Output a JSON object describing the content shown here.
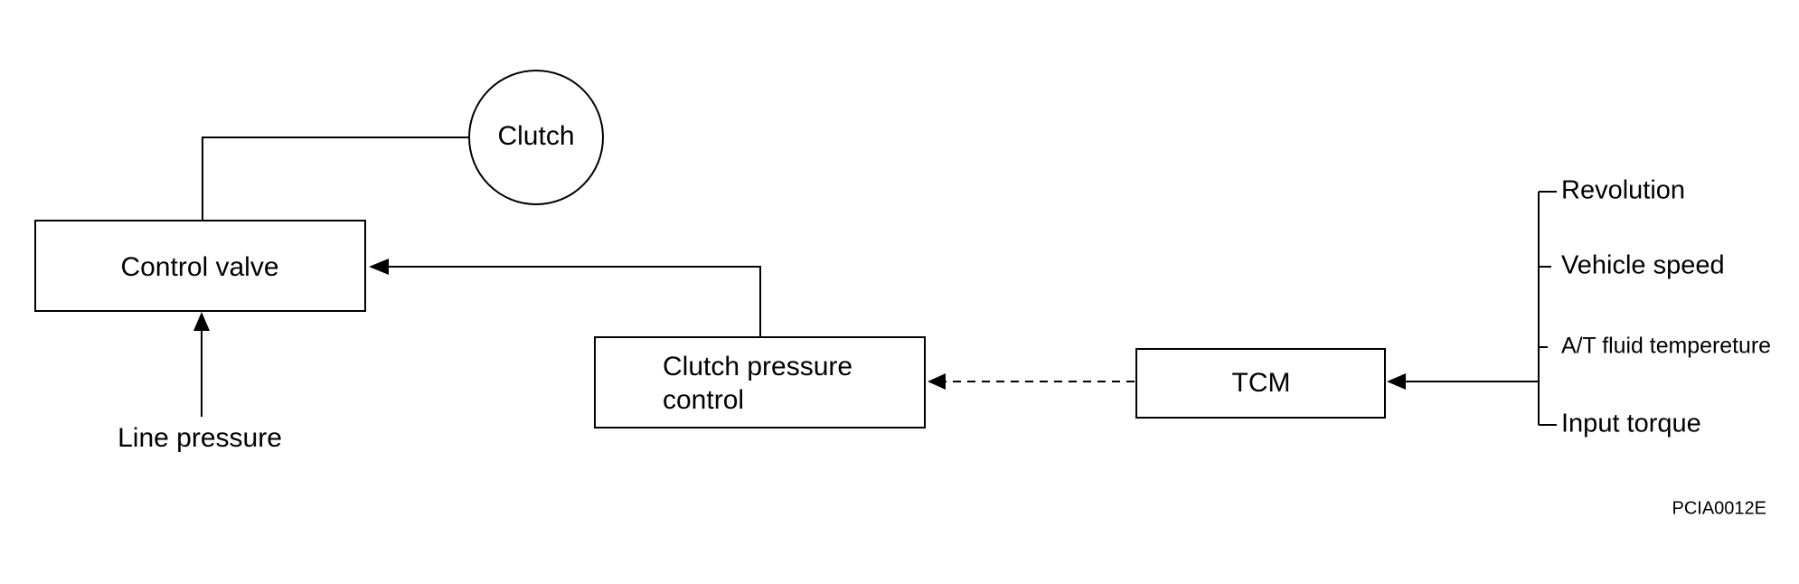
{
  "diagram": {
    "nodes": {
      "clutch": "Clutch",
      "control_valve": "Control valve",
      "clutch_pressure_control": [
        "Clutch pressure",
        "control"
      ],
      "tcm": "TCM"
    },
    "inputs": {
      "line_pressure": "Line pressure",
      "tcm_signals": [
        "Revolution",
        "Vehicle speed",
        "A/T fluid tempereture",
        "Input torque"
      ]
    },
    "figure_code": "PCIA0012E"
  }
}
